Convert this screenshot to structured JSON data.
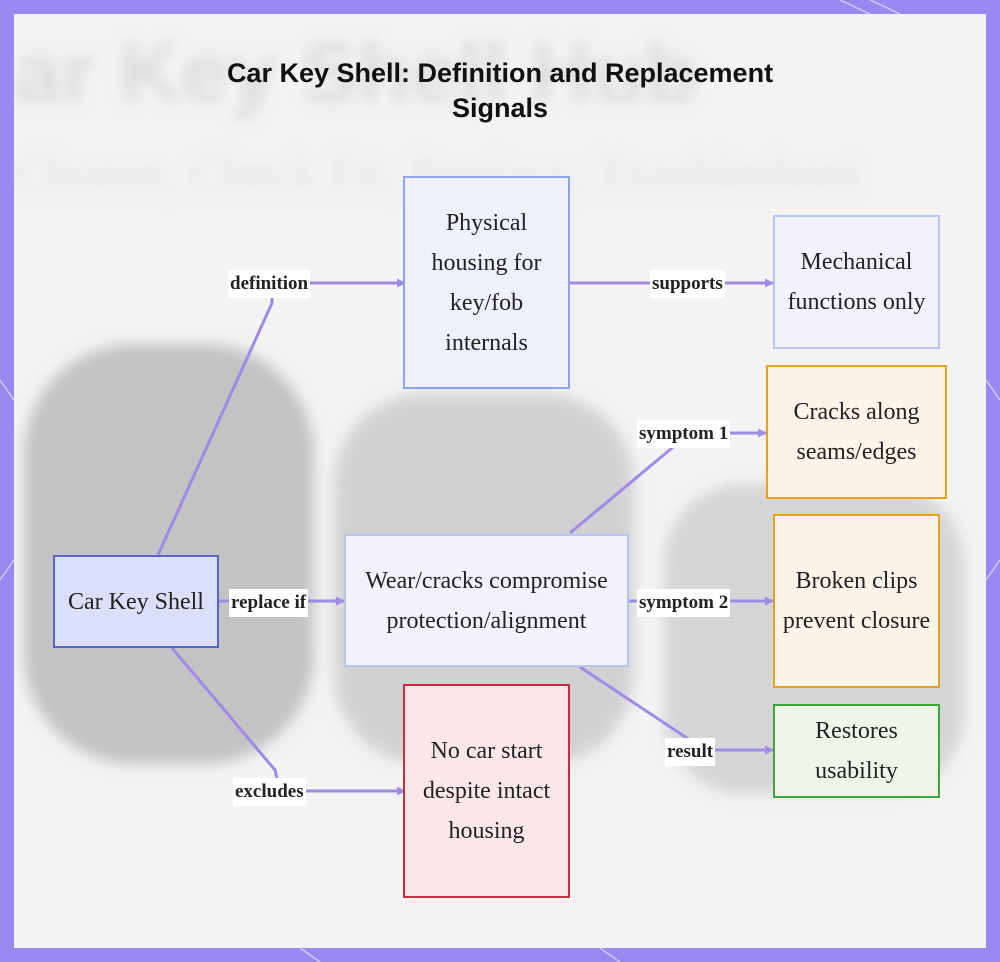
{
  "title": "Car Key Shell: Definition and Replacement Signals",
  "nodes": {
    "car_key_shell": "Car Key Shell",
    "physical_housing": "Physical housing for key/fob internals",
    "mechanical_functions": "Mechanical functions only",
    "wear_cracks": "Wear/cracks compromise protection/alignment",
    "cracks_along_seams": "Cracks along seams/edges",
    "broken_clips": "Broken clips prevent closure",
    "restores_usability": "Restores usability",
    "no_car_start": "No car start despite intact housing"
  },
  "edges": {
    "definition": "definition",
    "supports": "supports",
    "replace_if": "replace if",
    "symptom_1": "symptom 1",
    "symptom_2": "symptom 2",
    "result": "result",
    "excludes": "excludes"
  },
  "colors": {
    "frame": "#9b87f0",
    "edge": "#9f8ae6",
    "main_node": "#5566cc",
    "orange": "#e9a21d",
    "green": "#3ea63a",
    "red": "#cc2d3d"
  }
}
